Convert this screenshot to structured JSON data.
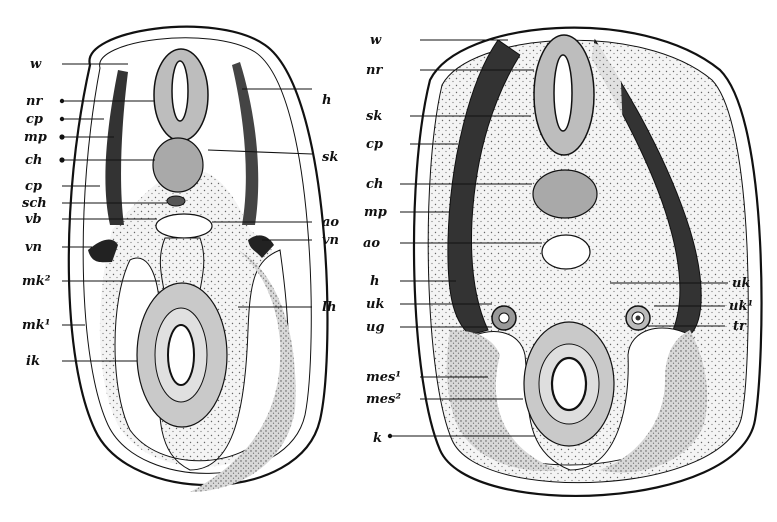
{
  "figure": {
    "left_section": {
      "labels_left": [
        {
          "key": "w",
          "text": "w"
        },
        {
          "key": "nr",
          "text": "nr"
        },
        {
          "key": "cp1",
          "text": "cp"
        },
        {
          "key": "mp",
          "text": "mp"
        },
        {
          "key": "ch",
          "text": "ch"
        },
        {
          "key": "cp2",
          "text": "cp"
        },
        {
          "key": "sch",
          "text": "sch"
        },
        {
          "key": "vb",
          "text": "vb"
        },
        {
          "key": "vn",
          "text": "vn"
        },
        {
          "key": "mk2",
          "text": "mk²"
        },
        {
          "key": "mk1",
          "text": "mk¹"
        },
        {
          "key": "ik",
          "text": "ik"
        }
      ],
      "labels_right": [
        {
          "key": "h",
          "text": "h"
        },
        {
          "key": "sk",
          "text": "sk"
        },
        {
          "key": "ao",
          "text": "ao"
        },
        {
          "key": "vn",
          "text": "vn"
        },
        {
          "key": "lh",
          "text": "lh"
        }
      ]
    },
    "right_section": {
      "labels_left": [
        {
          "key": "w",
          "text": "w"
        },
        {
          "key": "nr",
          "text": "nr"
        },
        {
          "key": "sk",
          "text": "sk"
        },
        {
          "key": "cp",
          "text": "cp"
        },
        {
          "key": "ch",
          "text": "ch"
        },
        {
          "key": "mp",
          "text": "mp"
        },
        {
          "key": "ao",
          "text": "ao"
        },
        {
          "key": "h",
          "text": "h"
        },
        {
          "key": "uk",
          "text": "uk"
        },
        {
          "key": "ug",
          "text": "ug"
        },
        {
          "key": "mes1",
          "text": "mes¹"
        },
        {
          "key": "mes2",
          "text": "mes²"
        },
        {
          "key": "k",
          "text": "k"
        }
      ],
      "labels_right": [
        {
          "key": "uk",
          "text": "uk"
        },
        {
          "key": "uk1",
          "text": "uk¹"
        },
        {
          "key": "tr",
          "text": "tr"
        }
      ]
    }
  }
}
